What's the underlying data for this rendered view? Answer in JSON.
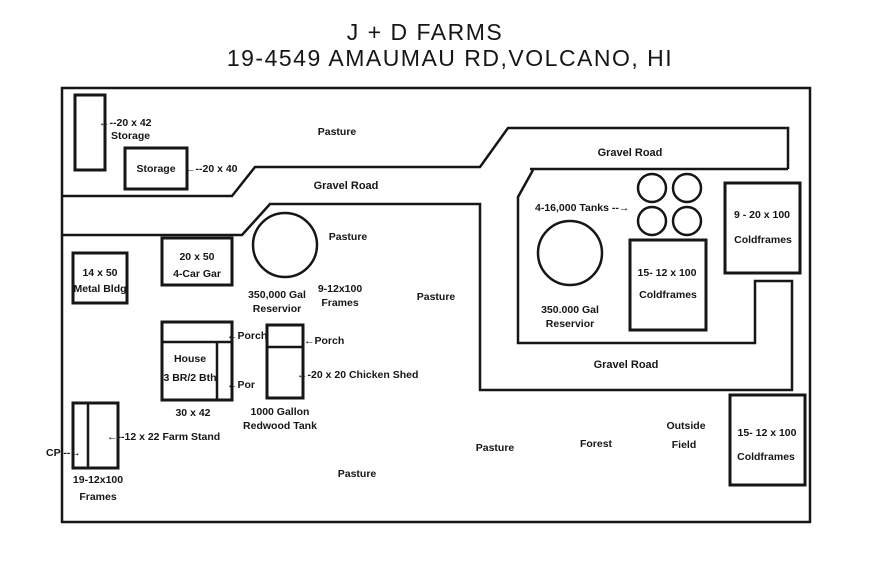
{
  "title": {
    "line1": "J + D FARMS",
    "line2": "19-4549 AMAUMAU RD,VOLCANO, HI"
  },
  "colors": {
    "ink": "#161616",
    "paper": "#ffffff"
  },
  "areas": {
    "pasture_top": "Pasture",
    "pasture_mid": "Pasture",
    "pasture_center": "Pasture",
    "pasture_bottom_left": "Pasture",
    "pasture_bottom_mid": "Pasture",
    "forest": "Forest",
    "outside_field_line1": "Outside",
    "outside_field_line2": "Field"
  },
  "roads": {
    "left": "Gravel Road",
    "top_right": "Gravel Road",
    "bottom_right": "Gravel Road"
  },
  "structures": {
    "storage_tall": {
      "dim": "←--20 x 42",
      "name": "Storage"
    },
    "storage_wide": {
      "name": "Storage",
      "dim": "←--20 x 40"
    },
    "metal_bldg": {
      "dim": "14 x 50",
      "name": "Metal Bldg"
    },
    "garage": {
      "dim": "20 x 50",
      "name": "4-Car Gar"
    },
    "reservoir_west": {
      "line1": "350,000 Gal",
      "line2": "Reservior"
    },
    "frames_mid": {
      "line1": "9-12x100",
      "line2": "Frames"
    },
    "house": {
      "name": "House",
      "rooms": "3 BR/2 Bth",
      "dim": "30 x 42",
      "porch_label": "←Porch",
      "por_label": "←Por"
    },
    "chicken_shed": {
      "porch_label": "←Porch",
      "label": "←-20 x 20 Chicken Shed"
    },
    "redwood_tank": {
      "line1": "1000 Gallon",
      "line2": "Redwood Tank"
    },
    "farm_stand": {
      "label": "←--12 x 22 Farm Stand"
    },
    "cp": {
      "label": "CP --→"
    },
    "frames_sw": {
      "line1": "19-12x100",
      "line2": "Frames"
    },
    "tanks": {
      "label": "4-16,000 Tanks --→"
    },
    "reservoir_east": {
      "line1": "350.000 Gal",
      "line2": "Reservior"
    },
    "coldframes_ne": {
      "line1": "9 - 20 x 100",
      "line2": "Coldframes"
    },
    "coldframes_mid": {
      "line1": "15- 12 x 100",
      "line2": "Coldframes"
    },
    "coldframes_se": {
      "line1": "15- 12 x 100",
      "line2": "Coldframes"
    }
  }
}
